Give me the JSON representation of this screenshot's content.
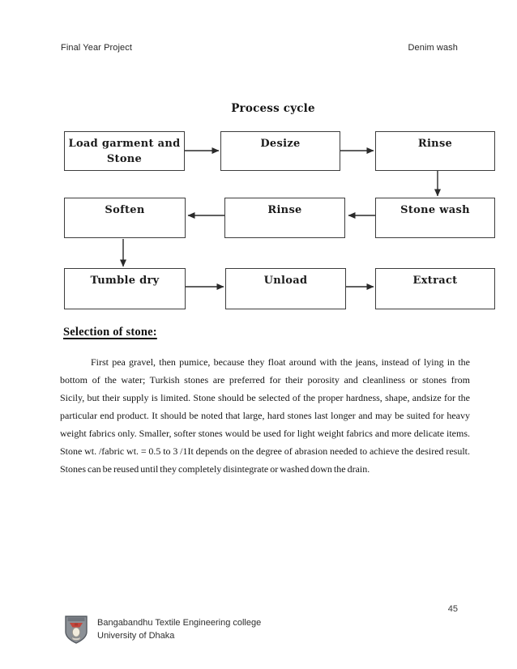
{
  "header": {
    "left": "Final Year Project",
    "right": "Denim wash"
  },
  "diagram": {
    "title": "Process cycle",
    "boxes": [
      {
        "id": "load-garment-and-stone",
        "label": "Load garment and Stone"
      },
      {
        "id": "desize",
        "label": "Desize"
      },
      {
        "id": "rinse-1",
        "label": "Rinse"
      },
      {
        "id": "soften",
        "label": "Soften"
      },
      {
        "id": "rinse-2",
        "label": "Rinse"
      },
      {
        "id": "stone-wash",
        "label": "Stone wash"
      },
      {
        "id": "tumble-dry",
        "label": "Tumble dry"
      },
      {
        "id": "unload",
        "label": "Unload"
      },
      {
        "id": "extract",
        "label": "Extract"
      }
    ],
    "arrows": [
      {
        "from": "load-garment-and-stone",
        "to": "desize"
      },
      {
        "from": "desize",
        "to": "rinse-1"
      },
      {
        "from": "rinse-1",
        "to": "stone-wash"
      },
      {
        "from": "stone-wash",
        "to": "rinse-2"
      },
      {
        "from": "rinse-2",
        "to": "soften"
      },
      {
        "from": "soften",
        "to": "tumble-dry"
      },
      {
        "from": "tumble-dry",
        "to": "unload"
      },
      {
        "from": "unload",
        "to": "extract"
      }
    ]
  },
  "section": {
    "heading": "Selection of stone:",
    "paragraph_lines": [
      "First pea gravel, then pumice, because they float around with the jeans, instead of lying in the",
      "bottom of the water; Turkish stones are preferred for their porosity and cleanliness or stones from",
      "Sicily, but their supply is limited. Stone should be selected of the proper hardness, shape, andsize for the",
      "particular end product. It should be noted that large, hard stones last longer and may be suited for heavy",
      "weight fabrics only. Smaller, softer stones would be used for light weight fabrics and more delicate items.",
      "Stone wt. /fabric wt. = 0.5 to 3 /1It depends on the degree of abrasion needed to achieve the desired result.",
      "Stones can be reused until they completely disintegrate or washed down the drain."
    ]
  },
  "footer": {
    "page_number": "45",
    "org_line1": "Bangabandhu Textile Engineering college",
    "org_line2": "University of Dhaka"
  },
  "colors": {
    "text": "#151515",
    "box_border": "#3d3d3d",
    "arrow": "#2a2a2a",
    "logo_gray": "#8b9096",
    "logo_red": "#c2463c",
    "logo_cream": "#f2ecdd"
  }
}
